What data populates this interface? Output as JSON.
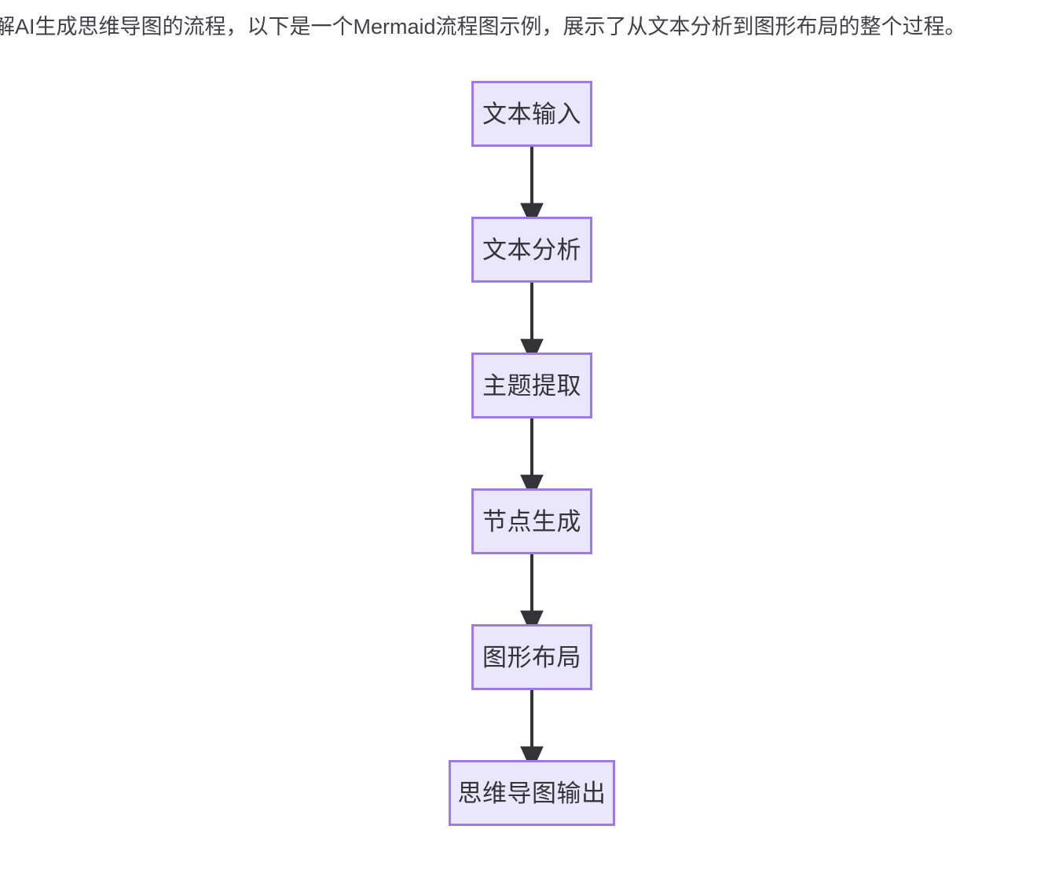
{
  "intro": {
    "text": "解AI生成思维导图的流程，以下是一个Mermaid流程图示例，展示了从文本分析到图形布局的整个过程。"
  },
  "diagram": {
    "type": "flowchart",
    "direction": "top-down",
    "node_fill_color": "#eae7fc",
    "node_border_color": "#9d7ae6",
    "node_text_color": "#333338",
    "edge_color": "#333338",
    "nodes": [
      {
        "id": "n1",
        "label": "文本输入"
      },
      {
        "id": "n2",
        "label": "文本分析"
      },
      {
        "id": "n3",
        "label": "主题提取"
      },
      {
        "id": "n4",
        "label": "节点生成"
      },
      {
        "id": "n5",
        "label": "图形布局"
      },
      {
        "id": "n6",
        "label": "思维导图输出"
      }
    ],
    "edges": [
      {
        "from": "n1",
        "to": "n2"
      },
      {
        "from": "n2",
        "to": "n3"
      },
      {
        "from": "n3",
        "to": "n4"
      },
      {
        "from": "n4",
        "to": "n5"
      },
      {
        "from": "n5",
        "to": "n6"
      }
    ]
  }
}
